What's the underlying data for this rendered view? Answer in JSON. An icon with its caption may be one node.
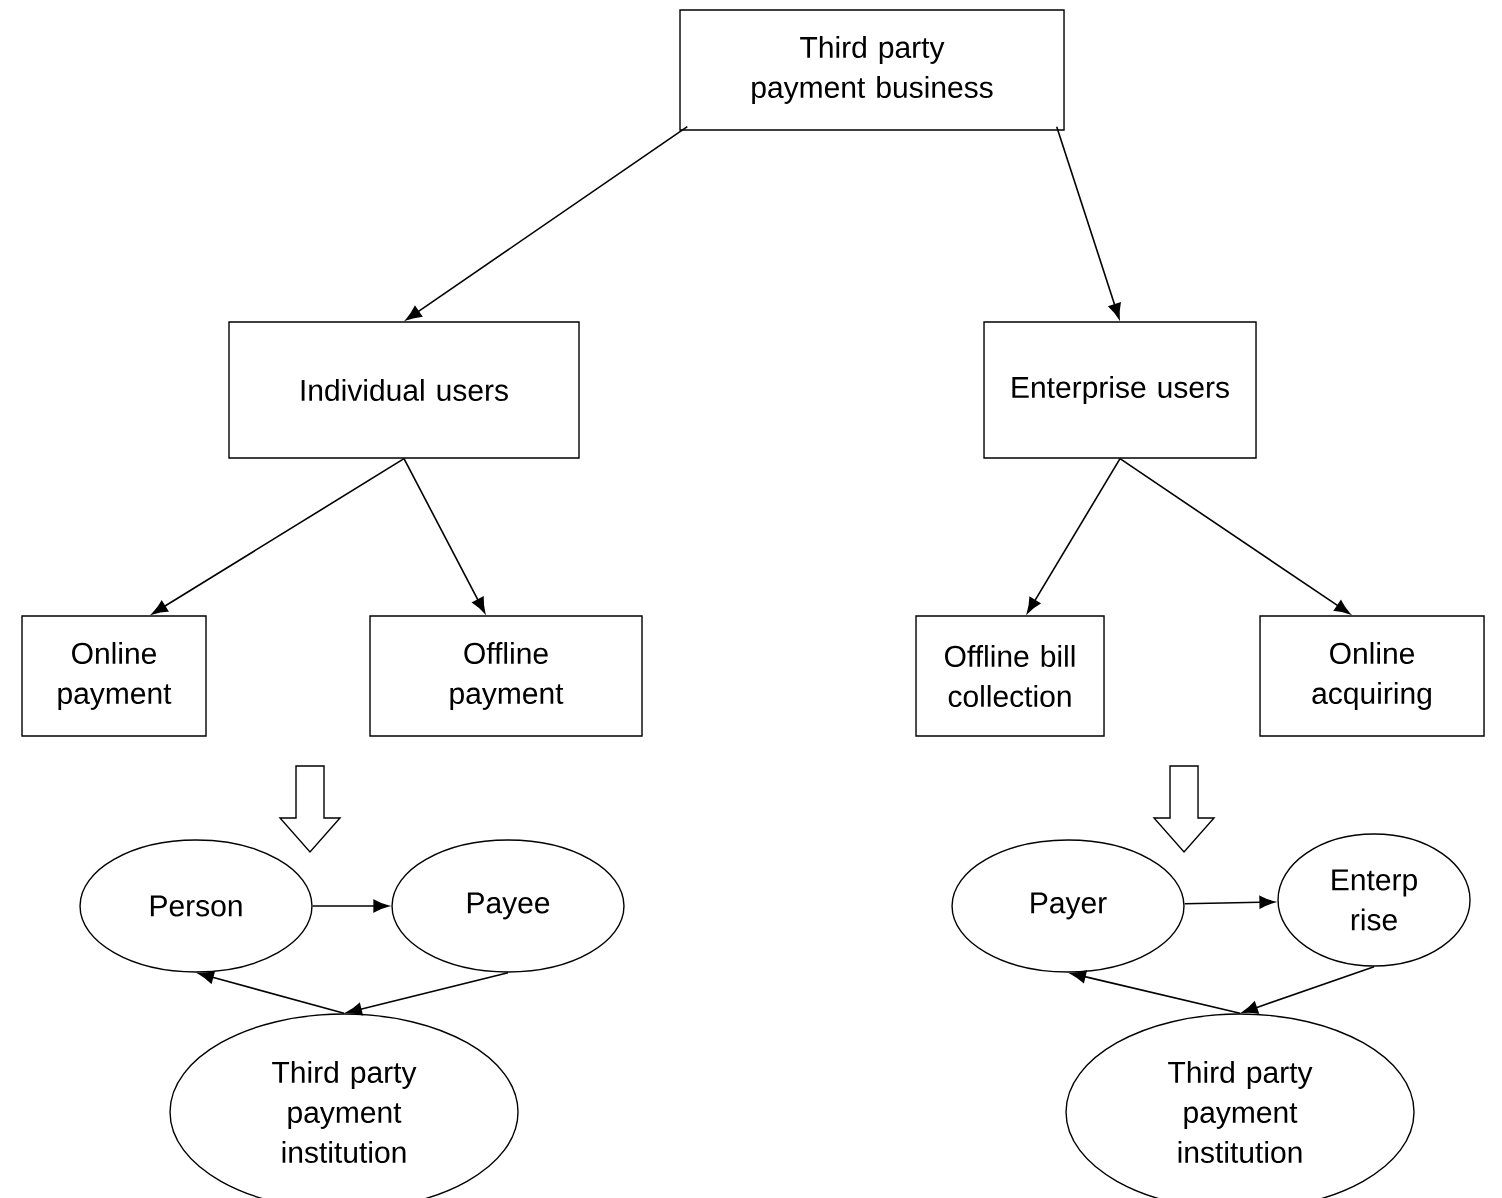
{
  "diagram": {
    "nodes": [
      {
        "text": [
          "Third party payment business"
        ]
      },
      {
        "text": [
          "Individual users"
        ]
      },
      {
        "text": [
          "Enterprise users"
        ]
      },
      {
        "text": [
          "Online payment"
        ]
      },
      {
        "text": [
          "Offline payment"
        ]
      },
      {
        "text": [
          "Offline bill collection"
        ]
      },
      {
        "text": [
          "Online acquiring"
        ]
      },
      {
        "text": [
          "Person"
        ]
      },
      {
        "text": [
          "Payee"
        ]
      },
      {
        "text": [
          "Third party payment institution"
        ]
      },
      {
        "text": [
          "Payer"
        ]
      },
      {
        "text": [
          "Enterp rise"
        ]
      },
      {
        "text": [
          "Third party payment institution"
        ]
      }
    ],
    "edges": [
      {
        "from": 0,
        "to": 1,
        "arrow": "to"
      },
      {
        "from": 0,
        "to": 2,
        "arrow": "to"
      },
      {
        "from": 1,
        "to": 3,
        "arrow": "to"
      },
      {
        "from": 1,
        "to": 4,
        "arrow": "to"
      },
      {
        "from": 2,
        "to": 5,
        "arrow": "to"
      },
      {
        "from": 2,
        "to": 6,
        "arrow": "to"
      },
      {
        "from": 7,
        "to": 8,
        "arrow": "to"
      },
      {
        "from": 8,
        "to": 9,
        "arrow": "to"
      },
      {
        "from": 9,
        "to": 7,
        "arrow": "to"
      },
      {
        "from": 10,
        "to": 11,
        "arrow": "to"
      },
      {
        "from": 11,
        "to": 12,
        "arrow": "to"
      },
      {
        "from": 12,
        "to": 10,
        "arrow": "to"
      },
      {
        "from": null,
        "to": 7,
        "arrow": "to"
      },
      {
        "from": null,
        "to": 10,
        "arrow": "to"
      }
    ]
  }
}
